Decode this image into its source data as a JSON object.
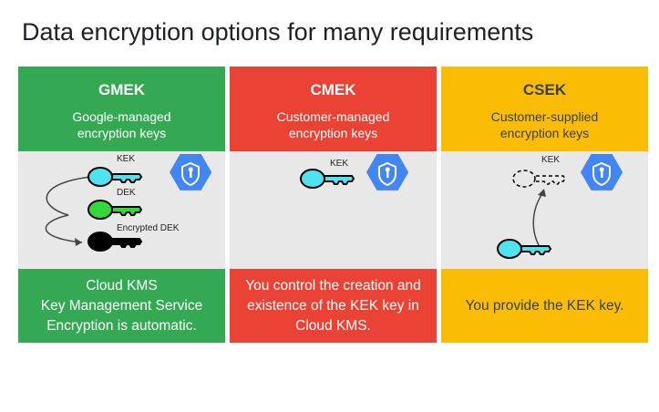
{
  "title": "Data encryption options for many requirements",
  "columns": [
    {
      "name": "GMEK",
      "subtitle_line1": "Google-managed",
      "subtitle_line2": "encryption keys",
      "footer_lines": [
        "Cloud KMS",
        "Key Management Service",
        "Encryption is automatic."
      ],
      "key_labels": [
        "KEK",
        "DEK",
        "Encrypted DEK"
      ],
      "color": "#34a853"
    },
    {
      "name": "CMEK",
      "subtitle_line1": "Customer-managed",
      "subtitle_line2": "encryption keys",
      "footer_lines": [
        "You control the creation and",
        "existence of the KEK key in",
        "Cloud KMS."
      ],
      "key_labels": [
        "KEK"
      ],
      "color": "#ea4335"
    },
    {
      "name": "CSEK",
      "subtitle_line1": "Customer-supplied",
      "subtitle_line2": "encryption keys",
      "footer_lines": [
        "You provide the KEK key."
      ],
      "key_labels": [
        "KEK"
      ],
      "color": "#fbbc04"
    }
  ],
  "icons": {
    "shield": "shield-icon",
    "key": "key-icon"
  },
  "key_colors": {
    "kek": "#4fe3ef",
    "dek": "#34d83a",
    "encrypted": "#000000",
    "shield_hex": "#4285f4"
  }
}
